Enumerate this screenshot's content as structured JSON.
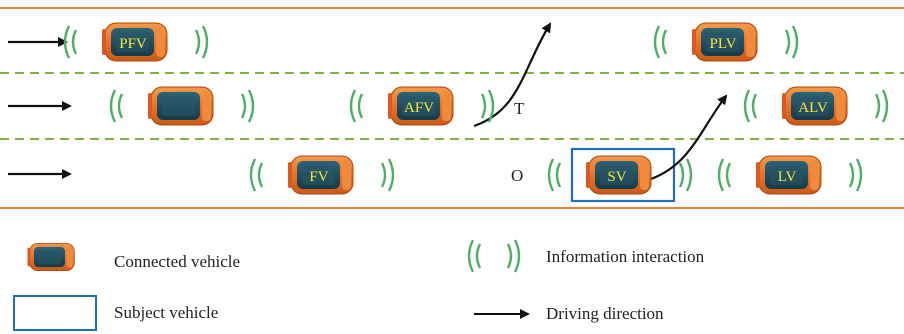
{
  "colors": {
    "road_edge": "#e8823a",
    "lane_divider": "#7cb342",
    "signal": "#4caf64",
    "subject_box": "#1f6fb8",
    "car_body": "#e8722a",
    "car_glass": "#1f4a5c",
    "label_text": "#f7e93a",
    "arrow": "#111111"
  },
  "vehicles": [
    {
      "id": "pfv",
      "label": "PFV",
      "lane": 1
    },
    {
      "id": "plv",
      "label": "PLV",
      "lane": 1
    },
    {
      "id": "unlabeled-left",
      "label": "",
      "lane": 2
    },
    {
      "id": "afv",
      "label": "AFV",
      "lane": 2
    },
    {
      "id": "alv",
      "label": "ALV",
      "lane": 2
    },
    {
      "id": "fv",
      "label": "FV",
      "lane": 3
    },
    {
      "id": "sv",
      "label": "SV",
      "lane": 3,
      "subject": true
    },
    {
      "id": "lv",
      "label": "LV",
      "lane": 3
    }
  ],
  "lane_change_paths": [
    {
      "from": "AFV",
      "direction": "up"
    },
    {
      "from": "SV",
      "direction": "up"
    }
  ],
  "point_labels": {
    "target": "T",
    "origin": "O"
  },
  "legend": {
    "connected_vehicle": "Connected vehicle",
    "subject_vehicle": "Subject vehicle",
    "information_interaction": "Information interaction",
    "driving_direction": "Driving direction"
  },
  "icons": {
    "vehicle": "car-topview-icon",
    "signal": "wireless-signal-icon",
    "direction": "right-arrow-icon",
    "subject_marker": "highlight-box-icon"
  }
}
